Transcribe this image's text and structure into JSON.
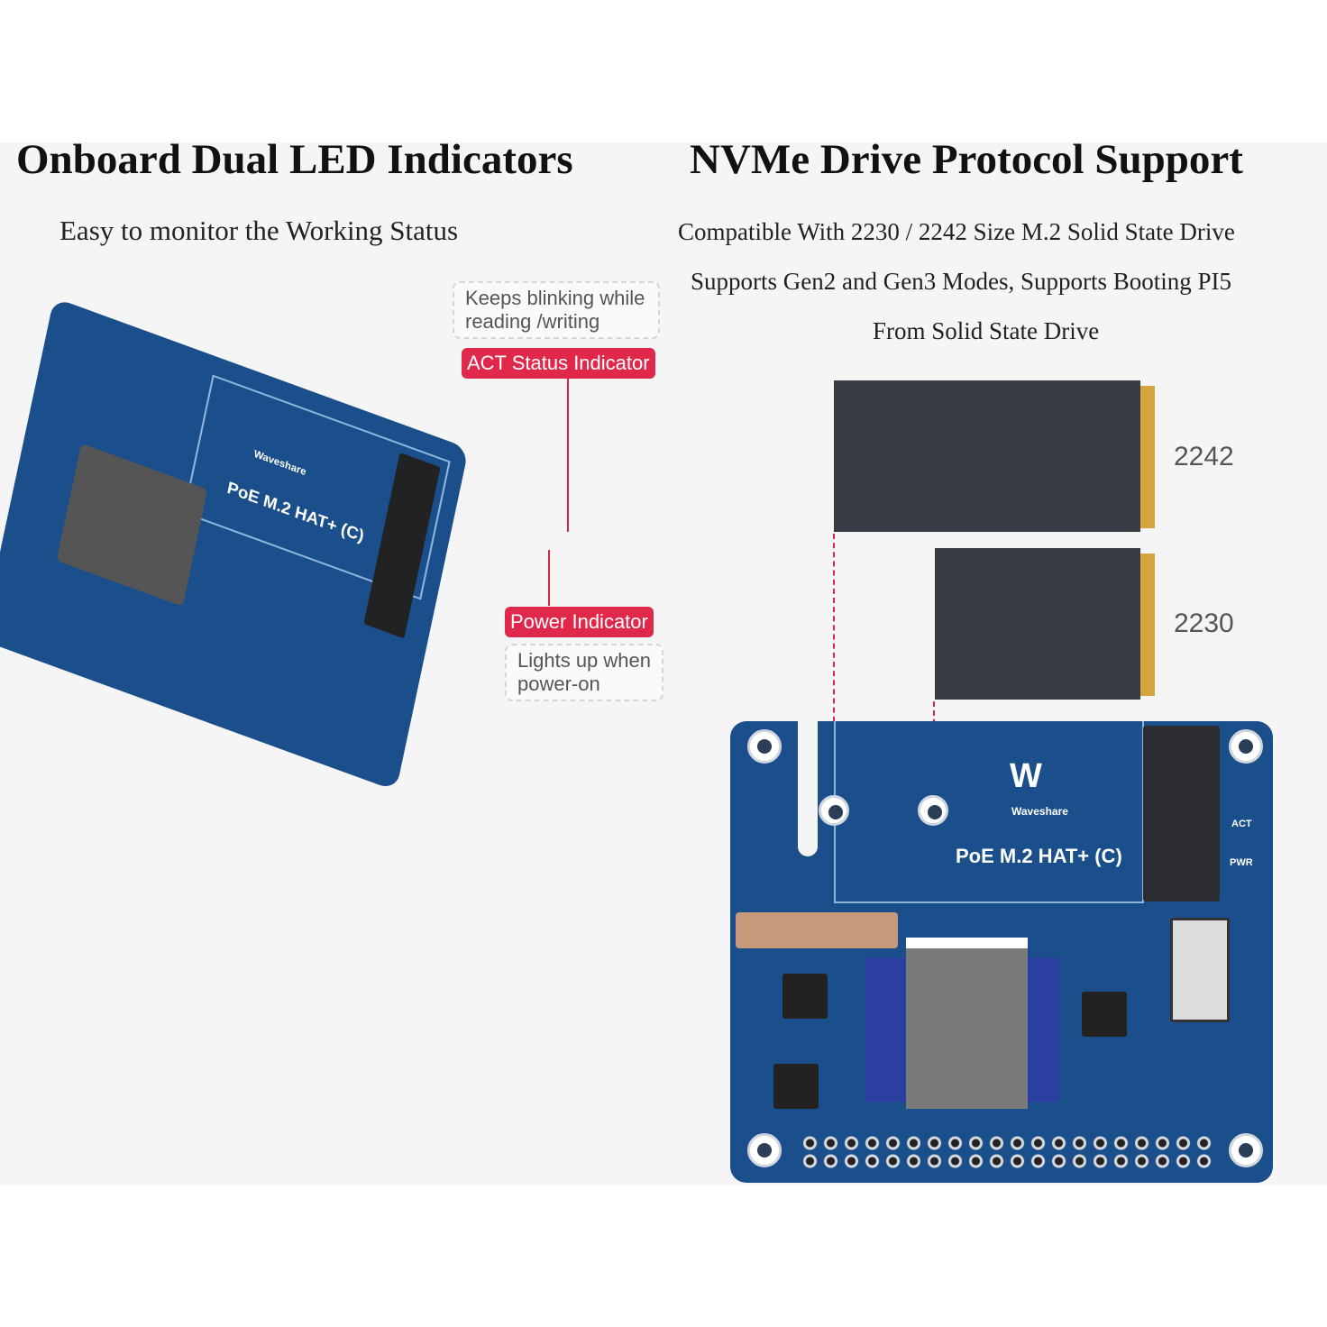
{
  "left": {
    "title": "Onboard Dual LED Indicators",
    "subtitle": "Easy to monitor the Working Status",
    "act_note": "Keeps blinking while reading /writing",
    "act_label": "ACT Status Indicator",
    "pwr_label": "Power Indicator",
    "pwr_note": "Lights up when power-on",
    "board_label": "PoE M.2 HAT+ (C)",
    "board_brand": "Waveshare"
  },
  "right": {
    "title": "NVMe Drive Protocol Support",
    "lines": [
      "Compatible With 2230 / 2242 Size M.2 Solid State Drive",
      "Supports Gen2 and Gen3 Modes, Supports Booting PI5",
      "From Solid State Drive"
    ],
    "ssd_sizes": [
      "2242",
      "2230"
    ],
    "board_label": "PoE M.2 HAT+ (C)",
    "board_brand": "Waveshare",
    "led_labels": [
      "ACT",
      "PWR"
    ]
  },
  "colors": {
    "accent": "#e0284a",
    "pcb": "#1a4f8c",
    "ssd": "#3a3c45",
    "gold": "#d7a540"
  }
}
